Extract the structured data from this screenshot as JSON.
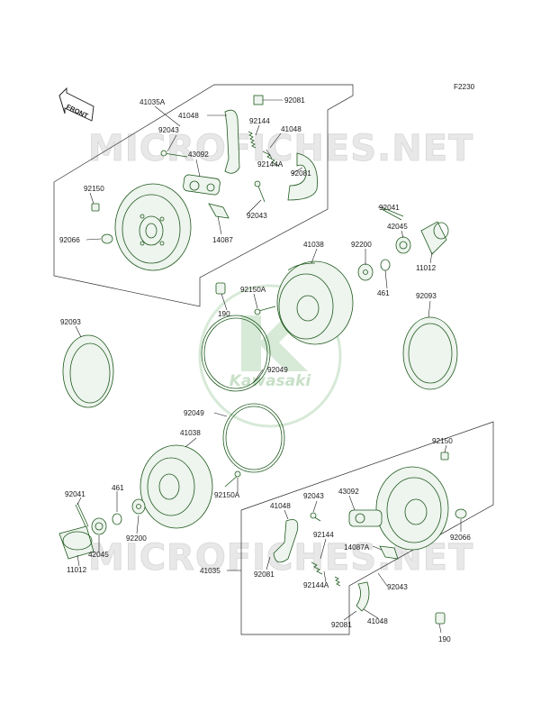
{
  "figure_code": "F2230",
  "front_label": "FRONT",
  "watermark": "MICROFICHES.NET",
  "logo_text": "Kawasaki",
  "labels": {
    "p41035A": "41035A",
    "p92081_a": "92081",
    "p41048_a": "41048",
    "p92144_a": "92144",
    "p92043_a": "92043",
    "p41048_b": "41048",
    "p43092_a": "43092",
    "p92144A_a": "92144A",
    "p92081_b": "92081",
    "p92150_a": "92150",
    "p92043_b": "92043",
    "p92066_a": "92066",
    "p14087": "14087",
    "p92041_a": "92041",
    "p41038_a": "41038",
    "p92200_a": "92200",
    "p42045_a": "42045",
    "p11012_a": "11012",
    "p92150A_a": "92150A",
    "p190_a": "190",
    "p461_a": "461",
    "p92093_a": "92093",
    "p92093_b": "92093",
    "p92049_a": "92049",
    "p92049_b": "92049",
    "p41038_b": "41038",
    "p92150_b": "92150",
    "p92041_b": "92041",
    "p461_b": "461",
    "p92043_c": "92043",
    "p43092_b": "43092",
    "p41048_c": "41048",
    "p92150A_b": "92150A",
    "p92200_b": "92200",
    "p42045_b": "42045",
    "p11012_b": "11012",
    "p92144_b": "92144",
    "p14087A": "14087A",
    "p92066_b": "92066",
    "p41035": "41035",
    "p92081_c": "92081",
    "p92144A_b": "92144A",
    "p92043_d": "92043",
    "p92081_d": "92081",
    "p41048_d": "41048",
    "p190_b": "190"
  }
}
